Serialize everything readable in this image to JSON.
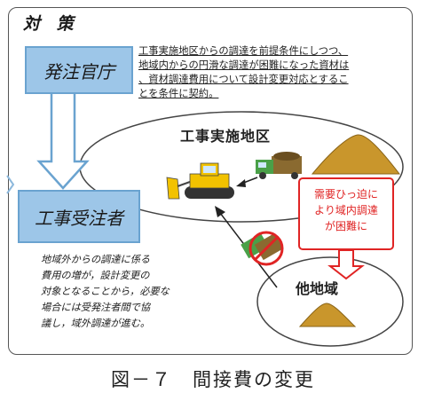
{
  "heading": "対 策",
  "orderer_label": "発注官庁",
  "contractor_label": "工事受注者",
  "condition_lines": [
    "工事実施地区からの調達を前提条件にしつつ、",
    "地域内からの円滑な調達が困難になった資材は",
    "、資材調達費用について設計変更対応とするこ",
    "とを条件に契約。"
  ],
  "site_label": "工事実施地区",
  "other_area_label": "他地域",
  "callout_lines": [
    "需要ひっ迫に",
    "より域内調達",
    "が困難に"
  ],
  "effect_lines": [
    "地域外からの調達に係る",
    "費用の増が，設計変更の",
    "対象となることから，必要な",
    "場合には受発注者間で協",
    "議し，域外調達が進む。"
  ],
  "caption": "図－７　間接費の変更"
}
